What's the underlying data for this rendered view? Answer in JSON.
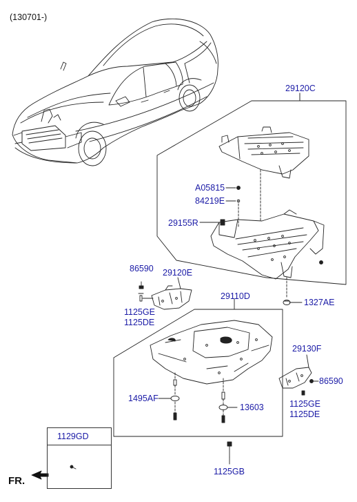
{
  "header": {
    "date_code": "(130701-)"
  },
  "direction": {
    "front_label": "FR."
  },
  "legend_box": {
    "part": "1129GD"
  },
  "labels": {
    "p29120C": "29120C",
    "pA05815": "A05815",
    "p84219E": "84219E",
    "p29155R": "29155R",
    "p1327AE": "1327AE",
    "p86590a": "86590",
    "p29120E": "29120E",
    "p1125GE_a": "1125GE",
    "p1125DE_a": "1125DE",
    "p29110D": "29110D",
    "p29130F": "29130F",
    "p86590b": "86590",
    "p1125GE_b": "1125GE",
    "p1125DE_b": "1125DE",
    "p1495AF": "1495AF",
    "p13603": "13603",
    "p1125GB": "1125GB"
  },
  "colors": {
    "label": "#1a1aa6",
    "line": "#222222"
  }
}
